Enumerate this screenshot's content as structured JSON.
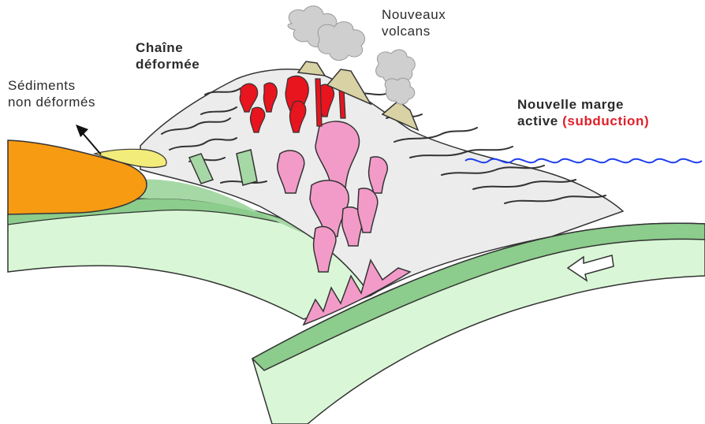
{
  "labels": {
    "chain_line1": "Chaîne",
    "chain_line2": "déformée",
    "sediments_line1": "Sédiments",
    "sediments_line2": "non déformés",
    "volcanoes_line1": "Nouveaux",
    "volcanoes_line2": "volcans",
    "margin_line1": "Nouvelle marge",
    "margin_line2_prefix": "active ",
    "margin_line2_highlight": "(subduction)"
  },
  "colors": {
    "continental_crust_light": "#d9f7d6",
    "lithosphere_green": "#8ccc8c",
    "mountain_grey": "#ececec",
    "orange_sediments": "#f79b12",
    "yellow_sediments": "#f2ec7a",
    "magma_red": "#e8141e",
    "pluton_pink": "#f29bc8",
    "green_blocks": "#a6d8a6",
    "sea_line_blue": "#1c3cf0",
    "volcano_tan": "#d8d2a4",
    "smoke_grey": "#cfcfcf",
    "highlight_red": "#e0202a"
  },
  "icons": {
    "sediment_arrow": "arrow-up-left-icon",
    "subduction_arrow": "arrow-left-icon"
  }
}
